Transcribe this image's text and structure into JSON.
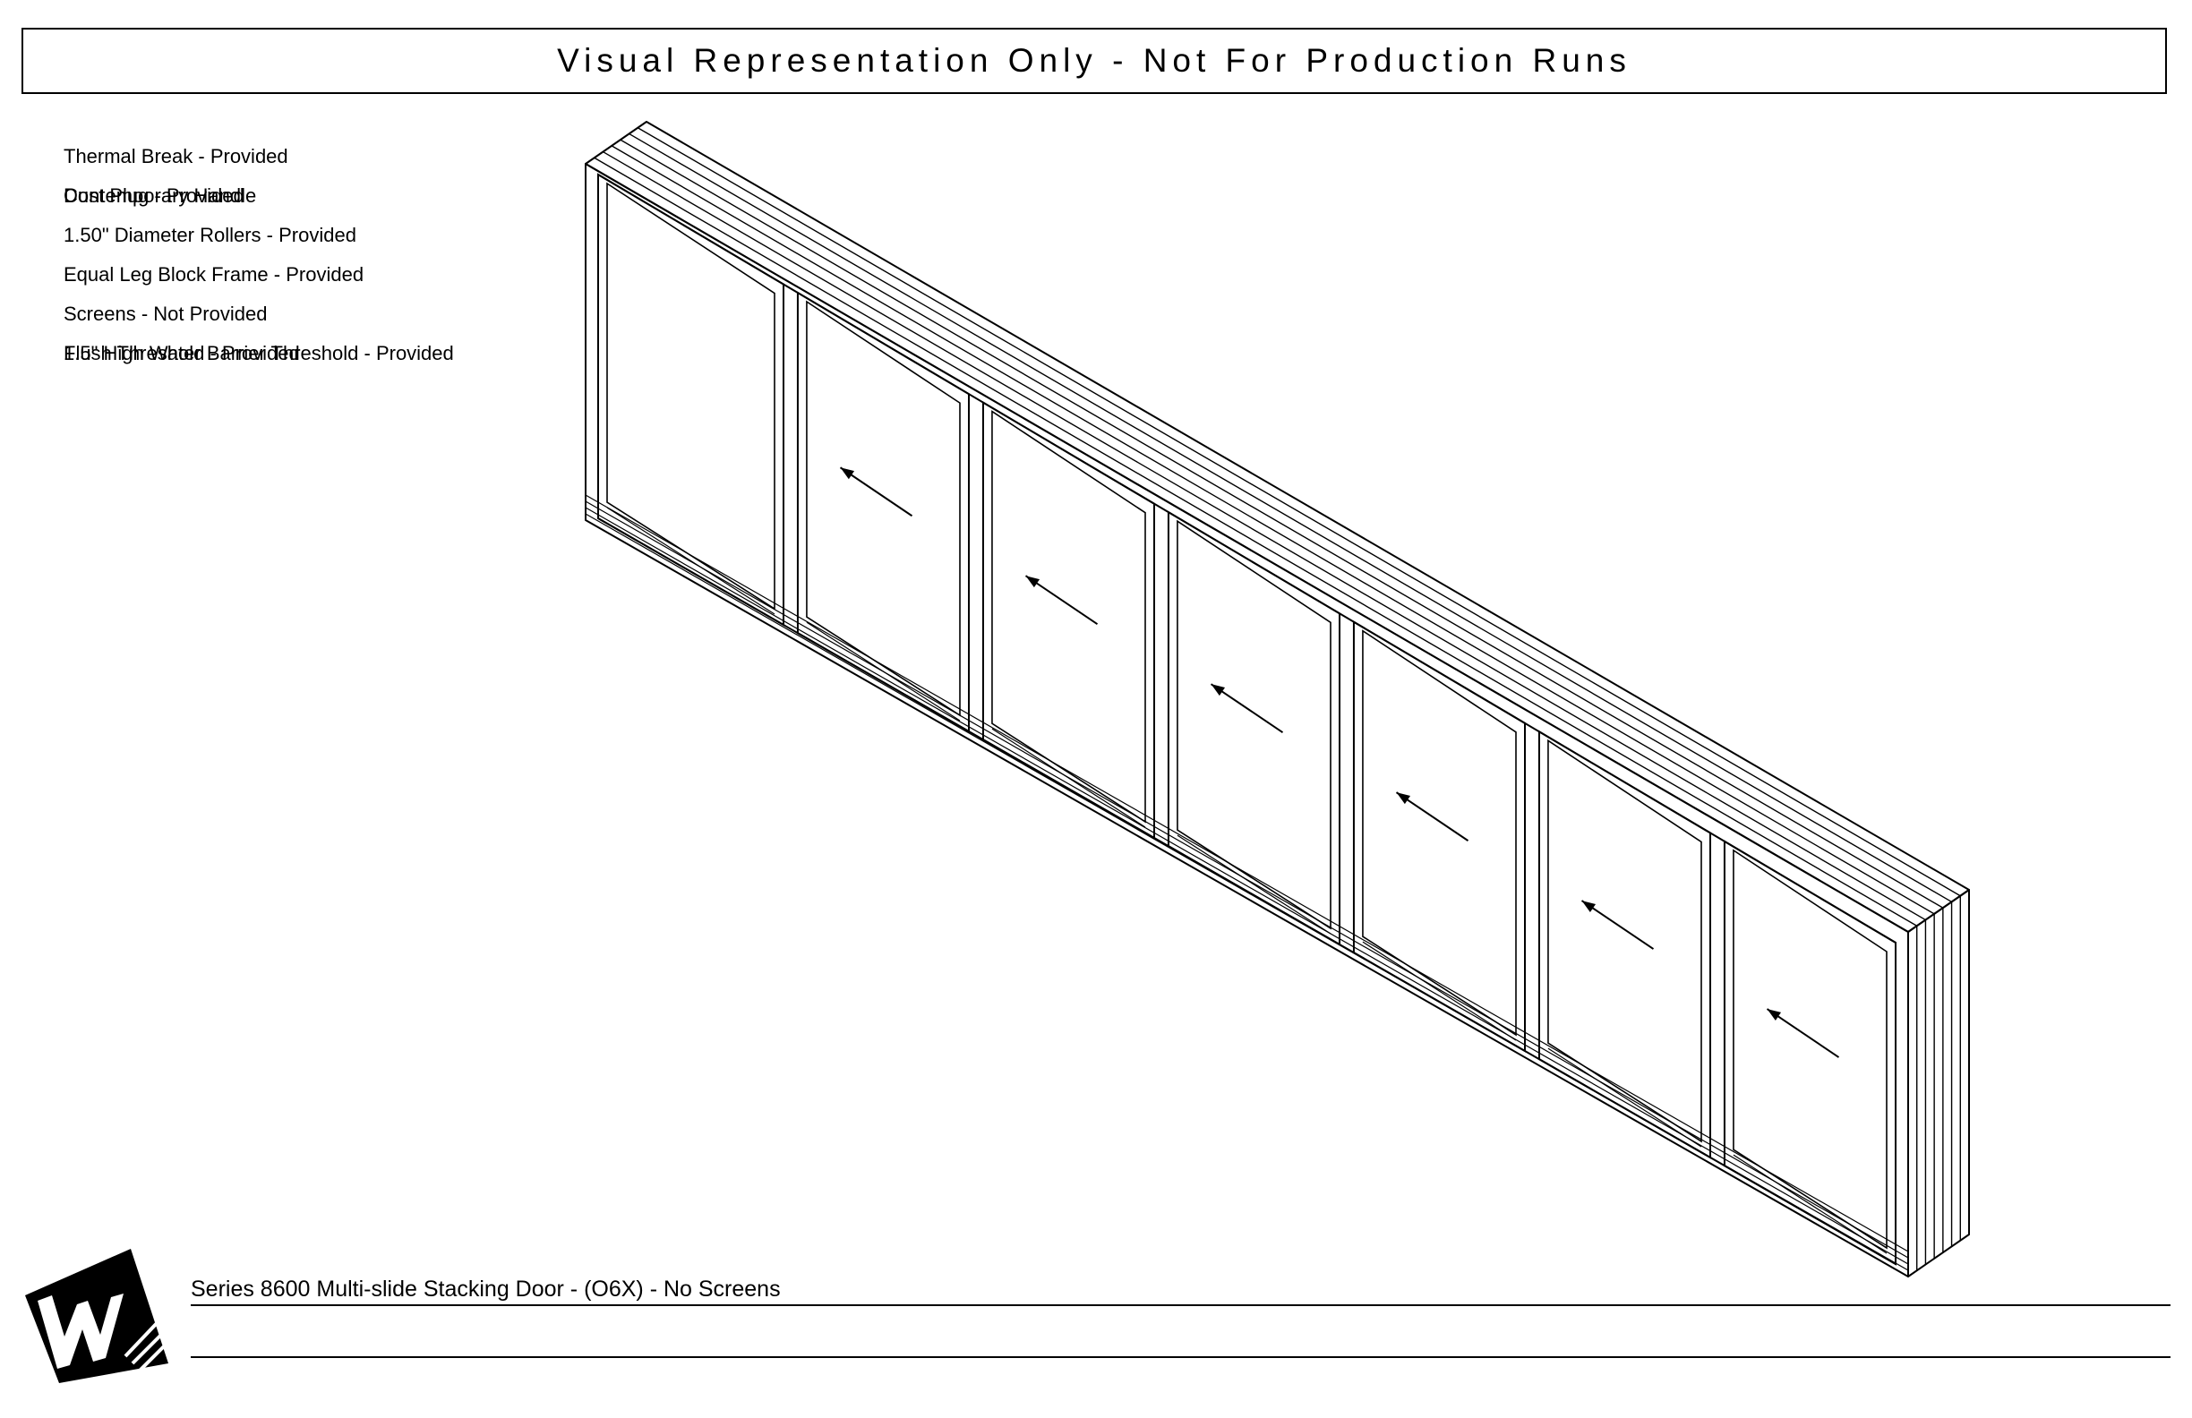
{
  "header": {
    "title": "Visual Representation Only - Not For Production Runs"
  },
  "features": [
    {
      "text": "Thermal Break - Provided"
    },
    {
      "text": "Contemporary Handle",
      "overlay": "Dust Plug - Provided"
    },
    {
      "text": "1.50\" Diameter Rollers - Provided"
    },
    {
      "text": "Equal Leg Block Frame - Provided"
    },
    {
      "text": "Screens - Not Provided"
    },
    {
      "text": "Flush Threshold - Provided",
      "overlay": "1.5\" High Water Barrier Threshold - Provided"
    }
  ],
  "drawing": {
    "panel_count": 7,
    "sliding_panels": 6,
    "arrow_direction": "left",
    "line_color": "#000000"
  },
  "logo": {
    "icon": "w-logo-icon",
    "letter": "W"
  },
  "footer": {
    "caption": "Series 8600 Multi-slide Stacking Door - (O6X) - No Screens"
  }
}
